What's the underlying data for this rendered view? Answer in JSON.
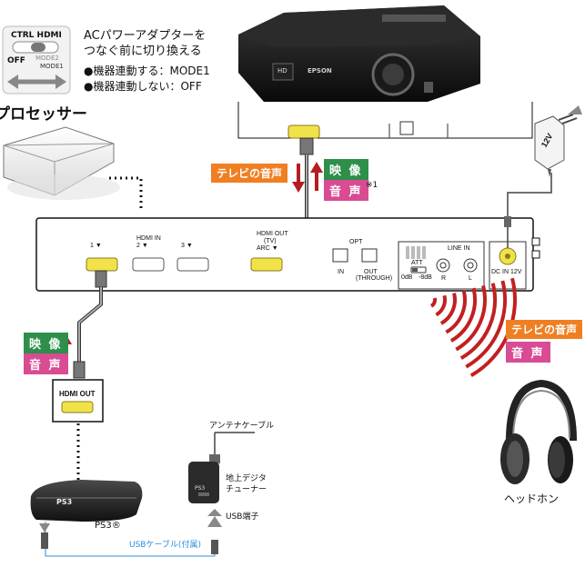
{
  "switch_panel": {
    "title": "CTRL HDMI",
    "off_label": "OFF",
    "mode2_label": "MODE2",
    "mode1_label": "MODE1",
    "instruction_line1": "ACパワーアダプターを",
    "instruction_line2": "つなぐ前に切り換える",
    "bullet1": "●機器連動する：MODE1",
    "bullet2": "●機器連動しない：OFF"
  },
  "processor_label": "プロセッサー",
  "projector": {
    "brand": "EPSON",
    "badge": "HD"
  },
  "tv_link": {
    "tv_audio": "テレビの音声",
    "video": "映 像",
    "audio": "音 声",
    "footnote": "※1"
  },
  "rear_panel": {
    "hdmi_in_label": "HDMI IN",
    "port1": "1 ▼",
    "port2": "2 ▼",
    "port3": "3 ▼",
    "hdmi_out_label": "HDMI OUT",
    "hdmi_out_tv": "(TV)",
    "arc_label": "ARC ▼",
    "opt_label": "OPT",
    "opt_in": "IN",
    "opt_out": "OUT",
    "opt_through": "(THROUGH)",
    "att_label": "ATT",
    "att_0db": "0dB",
    "att_8db": "-8dB",
    "line_in_label": "LINE IN",
    "line_r": "R",
    "line_l": "L",
    "dc_label": "DC IN 12V",
    "adapter_label": "12V"
  },
  "ps3_link": {
    "video": "映 像",
    "audio": "音 声",
    "hdmi_out_box": "HDMI OUT",
    "ps3_label": "PS3®",
    "ps3_logo": "PS3",
    "antenna_cable": "アンテナケーブル",
    "tuner_line1": "地上デジタ",
    "tuner_line2": "チューナー",
    "usb_port": "USB端子",
    "usb_cable": "USBケーブル(付属)"
  },
  "headphone": {
    "tv_audio": "テレビの音声",
    "audio": "音 声",
    "label": "ヘッドホン"
  },
  "colors": {
    "orange": "#f07f22",
    "green": "#2d8f4a",
    "pink": "#d94b93",
    "red_arrow": "#b51d20",
    "port_yellow": "#f1e24a",
    "usb_blue": "#2c8fd6"
  }
}
